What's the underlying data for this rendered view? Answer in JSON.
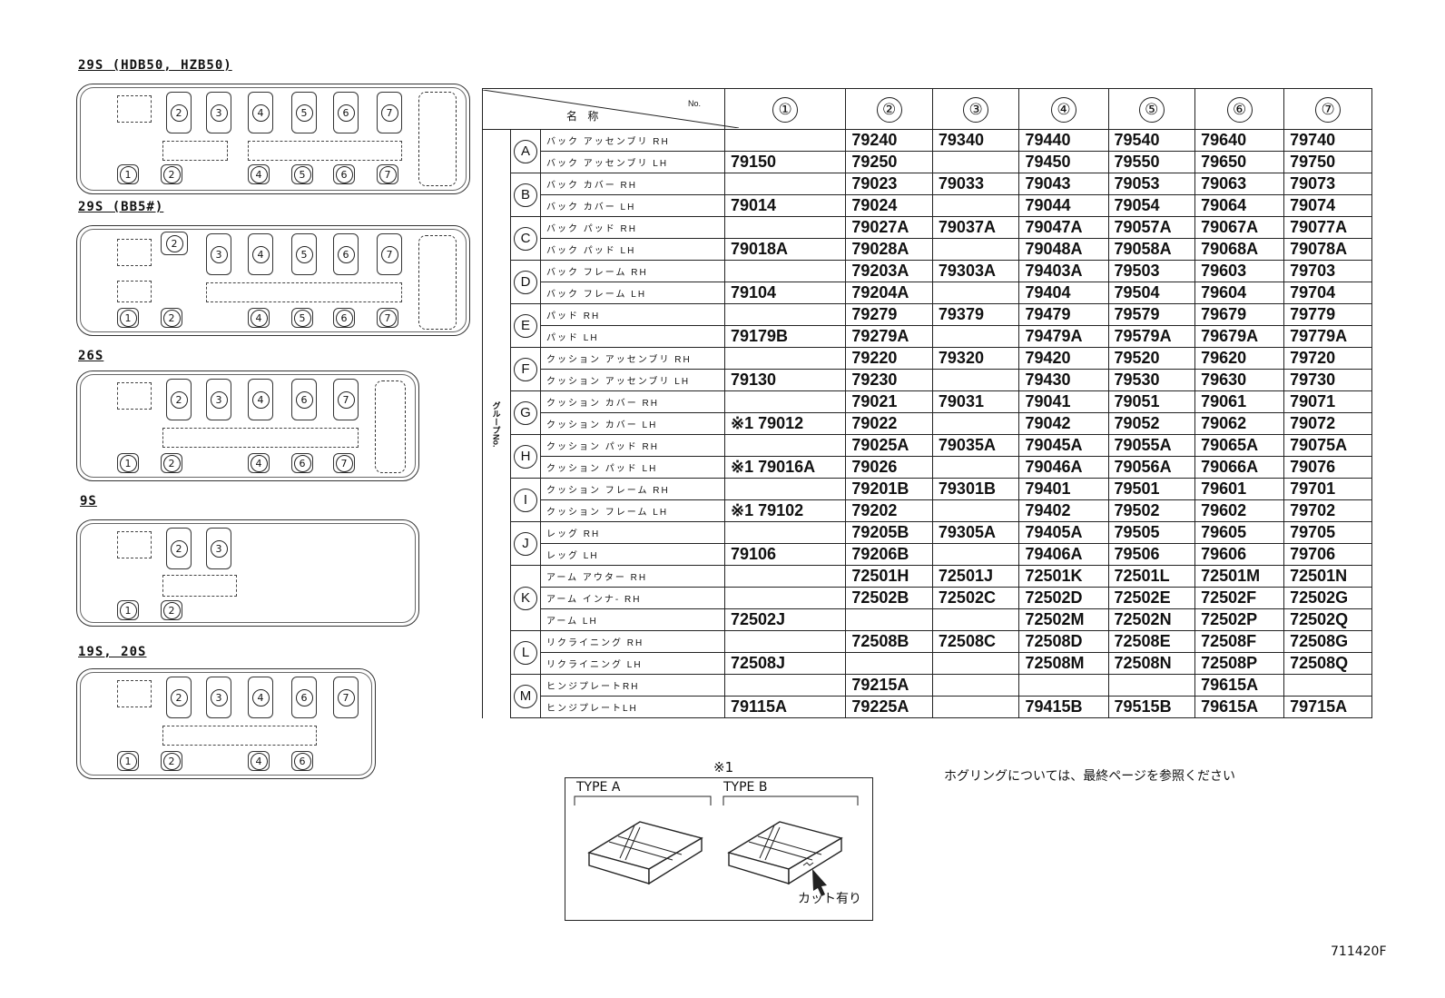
{
  "layouts": [
    {
      "title": "29S (HDB50, HZB50)"
    },
    {
      "title": "29S (BB5#)"
    },
    {
      "title": "26S"
    },
    {
      "title": "9S"
    },
    {
      "title": "19S, 20S"
    }
  ],
  "seat_numbers": [
    "1",
    "2",
    "3",
    "4",
    "5",
    "6",
    "7"
  ],
  "table": {
    "header_name": "名  称",
    "header_no": "No.",
    "side_label": "グループNo.",
    "columns": [
      "①",
      "②",
      "③",
      "④",
      "⑤",
      "⑥",
      "⑦"
    ],
    "groups": [
      {
        "letter": "A",
        "rows": [
          {
            "name": "バック アッセンブリ RH",
            "cells": [
              "",
              "79240",
              "79340",
              "79440",
              "79540",
              "79640",
              "79740"
            ]
          },
          {
            "name": "バック アッセンブリ LH",
            "cells": [
              "79150",
              "79250",
              "",
              "79450",
              "79550",
              "79650",
              "79750"
            ]
          }
        ]
      },
      {
        "letter": "B",
        "rows": [
          {
            "name": "バック カバー RH",
            "cells": [
              "",
              "79023",
              "79033",
              "79043",
              "79053",
              "79063",
              "79073"
            ]
          },
          {
            "name": "バック カバー LH",
            "cells": [
              "79014",
              "79024",
              "",
              "79044",
              "79054",
              "79064",
              "79074"
            ]
          }
        ]
      },
      {
        "letter": "C",
        "rows": [
          {
            "name": "バック パッド RH",
            "cells": [
              "",
              "79027A",
              "79037A",
              "79047A",
              "79057A",
              "79067A",
              "79077A"
            ]
          },
          {
            "name": "バック パッド LH",
            "cells": [
              "79018A",
              "79028A",
              "",
              "79048A",
              "79058A",
              "79068A",
              "79078A"
            ]
          }
        ]
      },
      {
        "letter": "D",
        "rows": [
          {
            "name": "バック フレーム RH",
            "cells": [
              "",
              "79203A",
              "79303A",
              "79403A",
              "79503",
              "79603",
              "79703"
            ]
          },
          {
            "name": "バック フレーム LH",
            "cells": [
              "79104",
              "79204A",
              "",
              "79404",
              "79504",
              "79604",
              "79704"
            ]
          }
        ]
      },
      {
        "letter": "E",
        "rows": [
          {
            "name": "パッド RH",
            "cells": [
              "",
              "79279",
              "79379",
              "79479",
              "79579",
              "79679",
              "79779"
            ]
          },
          {
            "name": "パッド LH",
            "cells": [
              "79179B",
              "79279A",
              "",
              "79479A",
              "79579A",
              "79679A",
              "79779A"
            ]
          }
        ]
      },
      {
        "letter": "F",
        "rows": [
          {
            "name": "クッション アッセンブリ RH",
            "cells": [
              "",
              "79220",
              "79320",
              "79420",
              "79520",
              "79620",
              "79720"
            ]
          },
          {
            "name": "クッション アッセンブリ LH",
            "cells": [
              "79130",
              "79230",
              "",
              "79430",
              "79530",
              "79630",
              "79730"
            ]
          }
        ]
      },
      {
        "letter": "G",
        "rows": [
          {
            "name": "クッション カバー RH",
            "cells": [
              "",
              "79021",
              "79031",
              "79041",
              "79051",
              "79061",
              "79071"
            ]
          },
          {
            "name": "クッション カバー LH",
            "cells": [
              "※1 79012",
              "79022",
              "",
              "79042",
              "79052",
              "79062",
              "79072"
            ]
          }
        ]
      },
      {
        "letter": "H",
        "rows": [
          {
            "name": "クッション パッド RH",
            "cells": [
              "",
              "79025A",
              "79035A",
              "79045A",
              "79055A",
              "79065A",
              "79075A"
            ]
          },
          {
            "name": "クッション パッド LH",
            "cells": [
              "※1 79016A",
              "79026",
              "",
              "79046A",
              "79056A",
              "79066A",
              "79076"
            ]
          }
        ]
      },
      {
        "letter": "I",
        "rows": [
          {
            "name": "クッション フレーム RH",
            "cells": [
              "",
              "79201B",
              "79301B",
              "79401",
              "79501",
              "79601",
              "79701"
            ]
          },
          {
            "name": "クッション フレーム LH",
            "cells": [
              "※1 79102",
              "79202",
              "",
              "79402",
              "79502",
              "79602",
              "79702"
            ]
          }
        ]
      },
      {
        "letter": "J",
        "rows": [
          {
            "name": "レッグ RH",
            "cells": [
              "",
              "79205B",
              "79305A",
              "79405A",
              "79505",
              "79605",
              "79705"
            ]
          },
          {
            "name": "レッグ LH",
            "cells": [
              "79106",
              "79206B",
              "",
              "79406A",
              "79506",
              "79606",
              "79706"
            ]
          }
        ]
      },
      {
        "letter": "K",
        "rows": [
          {
            "name": "アーム アウター RH",
            "cells": [
              "",
              "72501H",
              "72501J",
              "72501K",
              "72501L",
              "72501M",
              "72501N"
            ]
          },
          {
            "name": "アーム インナ- RH",
            "cells": [
              "",
              "72502B",
              "72502C",
              "72502D",
              "72502E",
              "72502F",
              "72502G"
            ]
          },
          {
            "name": "アーム LH",
            "cells": [
              "72502J",
              "",
              "",
              "72502M",
              "72502N",
              "72502P",
              "72502Q"
            ]
          }
        ]
      },
      {
        "letter": "L",
        "rows": [
          {
            "name": "リクライニング RH",
            "cells": [
              "",
              "72508B",
              "72508C",
              "72508D",
              "72508E",
              "72508F",
              "72508G"
            ]
          },
          {
            "name": "リクライニング LH",
            "cells": [
              "72508J",
              "",
              "",
              "72508M",
              "72508N",
              "72508P",
              "72508Q"
            ]
          }
        ]
      },
      {
        "letter": "M",
        "rows": [
          {
            "name": "ヒンジプレートRH",
            "cells": [
              "",
              "79215A",
              "",
              "",
              "",
              "79615A",
              ""
            ]
          },
          {
            "name": "ヒンジプレートLH",
            "cells": [
              "79115A",
              "79225A",
              "",
              "79415B",
              "79515B",
              "79615A",
              "79715A"
            ]
          }
        ]
      }
    ]
  },
  "note_mark": "※1",
  "type_a": "TYPE A",
  "type_b": "TYPE B",
  "cut_label": "カット有り",
  "hog_ring_note": "ホグリングについては、最終ページを参照ください",
  "figure_code": "711420F"
}
